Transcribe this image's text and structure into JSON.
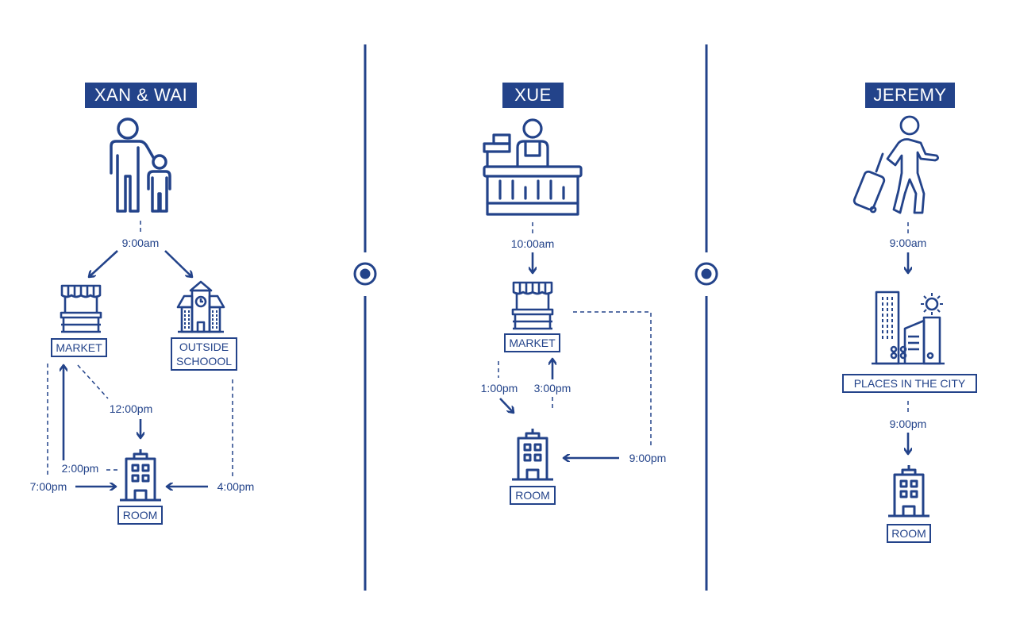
{
  "colors": {
    "accent": "#23438a"
  },
  "columns": [
    {
      "title": "XAN & WAI",
      "times": {
        "start": "9:00am",
        "noon": "12:00pm",
        "two": "2:00pm",
        "seven": "7:00pm",
        "four": "4:00pm"
      },
      "places": {
        "market": "MARKET",
        "school": "OUTSIDE SCHOOOL",
        "room": "ROOM"
      }
    },
    {
      "title": "XUE",
      "times": {
        "start": "10:00am",
        "one": "1:00pm",
        "three": "3:00pm",
        "nine": "9:00pm"
      },
      "places": {
        "market": "MARKET",
        "room": "ROOM"
      }
    },
    {
      "title": "JEREMY",
      "times": {
        "start": "9:00am",
        "nine": "9:00pm"
      },
      "places": {
        "city": "PLACES IN THE CITY",
        "room": "ROOM"
      }
    }
  ]
}
